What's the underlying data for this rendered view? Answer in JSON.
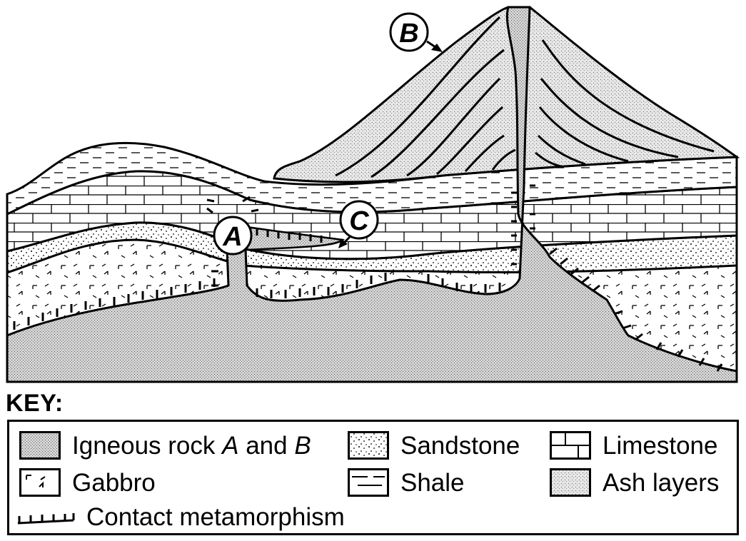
{
  "labels": {
    "a": "A",
    "b": "B",
    "c": "C"
  },
  "key": {
    "title": "KEY:",
    "items": [
      {
        "id": "igneous",
        "label_prefix": "Igneous rock ",
        "label_a": "A",
        "label_mid": " and ",
        "label_b": "B",
        "pattern": "dots-fine"
      },
      {
        "id": "sandstone",
        "label": "Sandstone",
        "pattern": "dots-coarse"
      },
      {
        "id": "limestone",
        "label": "Limestone",
        "pattern": "bricks"
      },
      {
        "id": "gabbro",
        "label": "Gabbro",
        "pattern": "checks"
      },
      {
        "id": "shale",
        "label": "Shale",
        "pattern": "dashes"
      },
      {
        "id": "ash",
        "label": "Ash layers",
        "pattern": "dots-fine"
      },
      {
        "id": "contact",
        "label": "Contact metamorphism",
        "pattern": "tick-line"
      }
    ]
  },
  "colors": {
    "ink": "#000000",
    "igneous_fill": "#d6d6d6",
    "ash_fill": "#e2e2e2",
    "paper": "#ffffff"
  }
}
